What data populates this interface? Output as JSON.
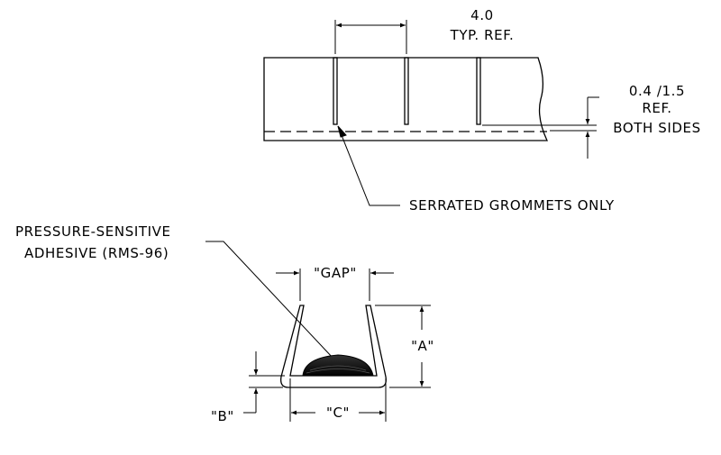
{
  "notes": {
    "pitch_value": "4.0",
    "pitch_note": "TYP. REF.",
    "edge_value": "0.4 /1.5",
    "edge_ref": "REF.",
    "edge_sides": "BOTH SIDES",
    "grommet_callout": "SERRATED GROMMETS ONLY",
    "adhesive_line1": "PRESSURE-SENSITIVE",
    "adhesive_line2": "ADHESIVE (RMS-96)"
  },
  "dimensions": {
    "gap": "\"GAP\"",
    "a": "\"A\"",
    "b": "\"B\"",
    "c": "\"C\""
  }
}
